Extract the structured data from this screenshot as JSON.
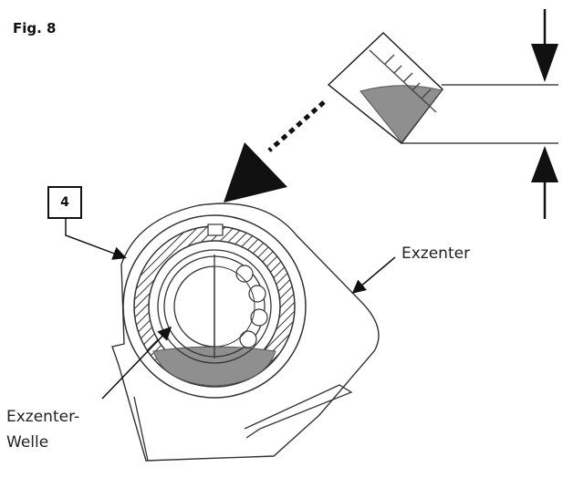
{
  "figure": {
    "title": "Fig. 8",
    "callout_number": "4"
  },
  "labels": {
    "exzenter": "Exzenter",
    "welle_line1": "Exzenter-",
    "welle_line2": "Welle"
  },
  "colors": {
    "ink": "#111111",
    "fluid": "#9a9a9a",
    "fluid_dark": "#7c7c7c"
  }
}
